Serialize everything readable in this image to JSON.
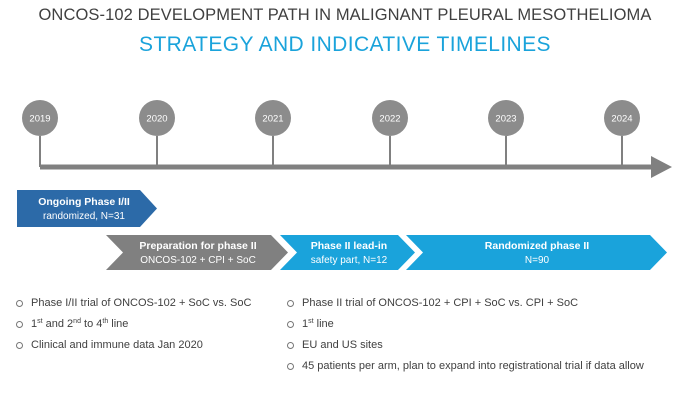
{
  "header": {
    "title": "ONCOS-102 DEVELOPMENT PATH IN MALIGNANT PLEURAL MESOTHELIOMA",
    "subtitle": "STRATEGY AND INDICATIVE TIMELINES"
  },
  "timeline": {
    "years": [
      "2019",
      "2020",
      "2021",
      "2022",
      "2023",
      "2024"
    ]
  },
  "bars": {
    "ongoing": {
      "line1": "Ongoing Phase I/II",
      "line2": "randomized, N=31"
    },
    "preparation": {
      "line1": "Preparation for phase II",
      "line2": "ONCOS-102 + CPI + SoC"
    },
    "leadin": {
      "line1": "Phase II lead-in",
      "line2": "safety part, N=12"
    },
    "randomized": {
      "line1": "Randomized phase II",
      "line2": "N=90"
    }
  },
  "left_bullets": {
    "b1": "Phase I/II trial of ONCOS-102 + SoC vs. SoC",
    "b2_a": "1",
    "b2_sup1": "st",
    "b2_b": " and 2",
    "b2_sup2": "nd",
    "b2_c": " to 4",
    "b2_sup3": "th",
    "b2_d": " line",
    "b3": "Clinical and immune data Jan 2020"
  },
  "right_bullets": {
    "b1": "Phase II trial of ONCOS-102 + CPI + SoC vs. CPI + SoC",
    "b2_a": "1",
    "b2_sup": "st",
    "b2_b": " line",
    "b3": "EU and US sites",
    "b4": "45 patients per arm, plan to expand into registrational trial if data allow"
  },
  "colors": {
    "title_gray": "#404040",
    "accent_blue": "#1aa3db",
    "dark_blue": "#2c6aa8",
    "prep_gray": "#808080",
    "node_gray": "#8c8c8c"
  }
}
